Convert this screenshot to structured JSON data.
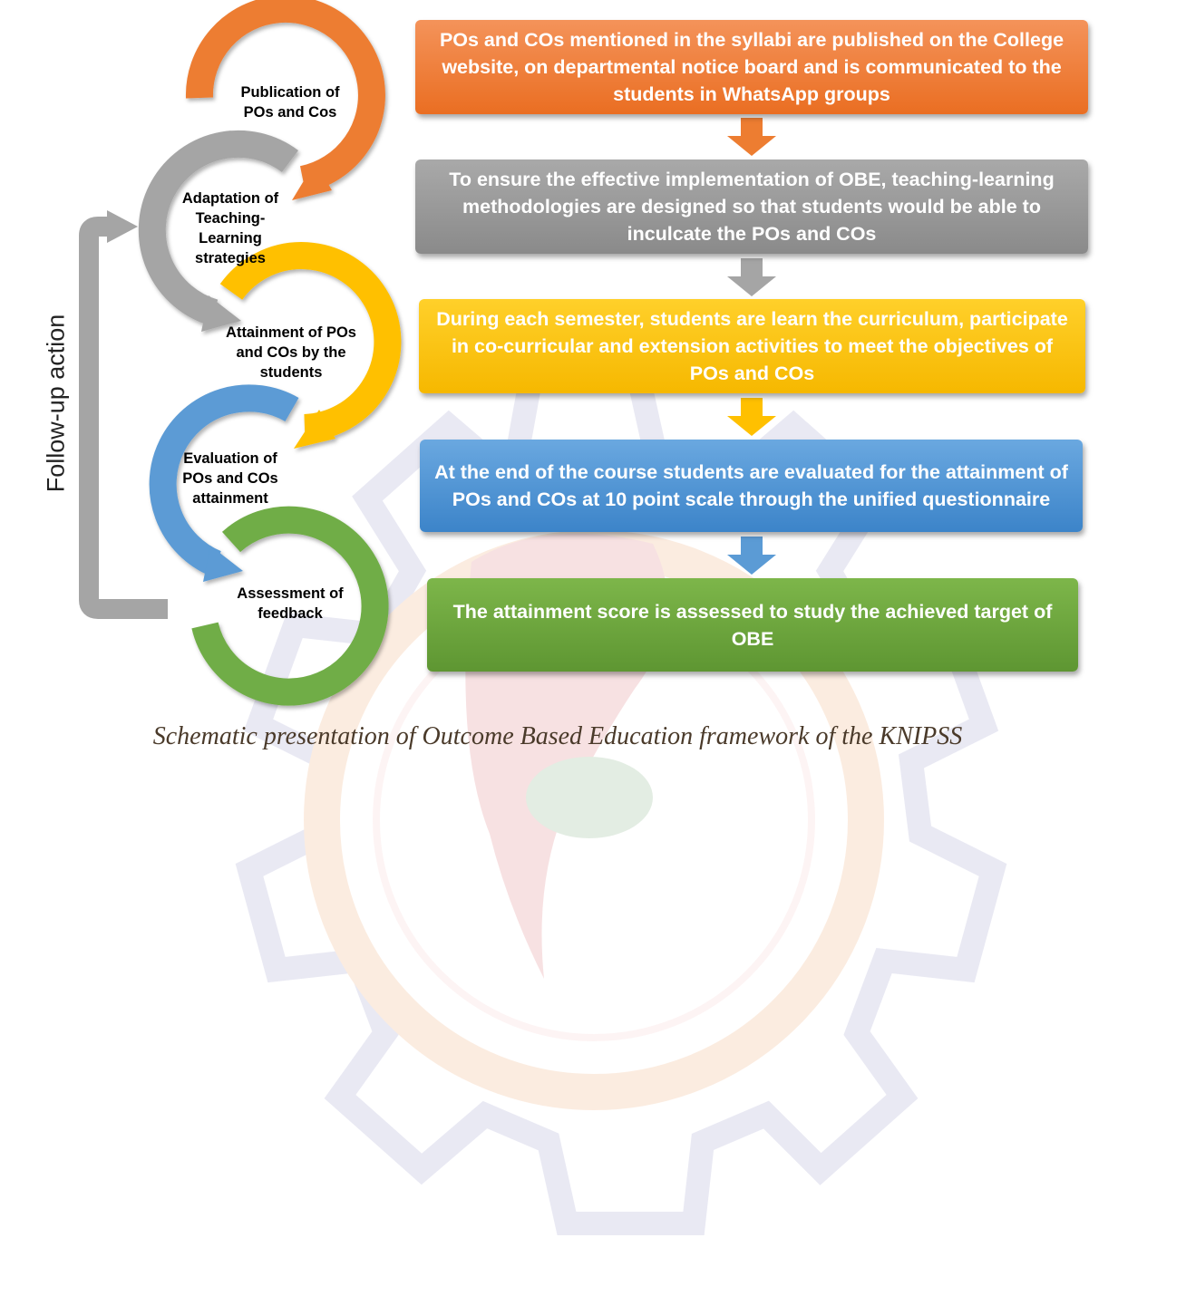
{
  "side_label": "Follow-up action",
  "cycle": [
    {
      "label": "Publication of POs and Cos",
      "color": "#ed7d31"
    },
    {
      "label": "Adaptation of Teaching-Learning strategies",
      "color": "#a5a5a5"
    },
    {
      "label": "Attainment of POs and COs by the students",
      "color": "#ffc000"
    },
    {
      "label": "Evaluation of POs and COs attainment",
      "color": "#5b9bd5"
    },
    {
      "label": "Assessment of feedback",
      "color": "#70ad47"
    }
  ],
  "steps": [
    {
      "text": "POs and COs mentioned in the syllabi are published on the College website, on departmental notice board and is communicated to the students in WhatsApp groups",
      "color": "#ed7d31"
    },
    {
      "text": "To ensure the effective implementation of OBE, teaching-learning methodologies are designed so that students would be able to inculcate the POs and COs",
      "color": "#a5a5a5"
    },
    {
      "text": "During each semester, students are learn the curriculum, participate in co-curricular and extension activities to meet the objectives of POs and COs",
      "color": "#ffc000"
    },
    {
      "text": "At the end of the course students are evaluated for the attainment of POs and COs at 10 point scale through the unified questionnaire",
      "color": "#5b9bd5"
    },
    {
      "text": "The attainment score is assessed to study the achieved target of OBE",
      "color": "#70ad47"
    }
  ],
  "caption": "Schematic presentation of Outcome Based Education framework of the KNIPSS"
}
